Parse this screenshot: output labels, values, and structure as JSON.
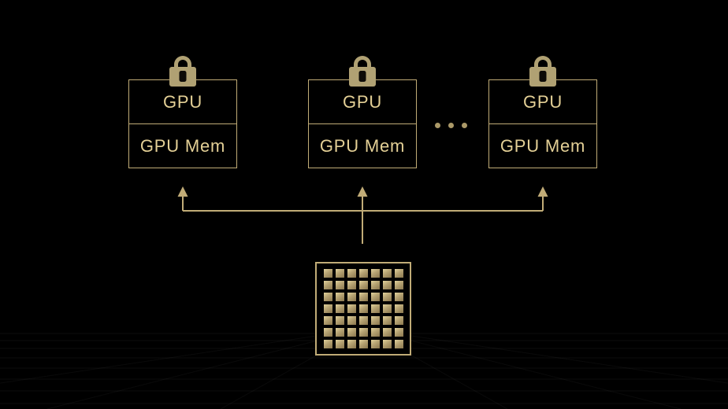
{
  "diagram": {
    "gpu_nodes": [
      {
        "id": "gpu-node-1",
        "label": "GPU",
        "memory_label": "GPU Mem",
        "locked": true
      },
      {
        "id": "gpu-node-2",
        "label": "GPU",
        "memory_label": "GPU Mem",
        "locked": true
      },
      {
        "id": "gpu-node-3",
        "label": "GPU",
        "memory_label": "GPU Mem",
        "locked": true
      }
    ],
    "ellipsis": "...",
    "cpu_chip": {
      "rows": 7,
      "cols": 7
    },
    "icons": [
      "lock-icon",
      "cpu-chip-icon",
      "arrow-up-icon"
    ],
    "colors": {
      "background": "#000000",
      "line_gold": "#C1AC77",
      "text_gold": "#E4D096",
      "lock_fill": "#B0A173",
      "chip_cell_light": "#E2D29C",
      "chip_cell_mid": "#B5A272",
      "chip_cell_dark": "#8A774E"
    }
  }
}
